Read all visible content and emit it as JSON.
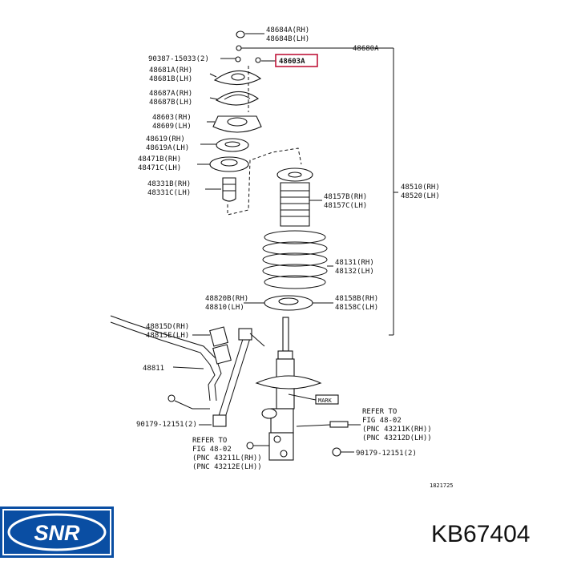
{
  "labels": [
    {
      "id": "l1a",
      "text": "48684A(RH)"
    },
    {
      "id": "l1b",
      "text": "48684B(LH)"
    },
    {
      "id": "l2",
      "text": "48680A"
    },
    {
      "id": "l3",
      "text": "90387-15033(2)"
    },
    {
      "id": "l4",
      "text": "48603A"
    },
    {
      "id": "l5a",
      "text": "48681A(RH)"
    },
    {
      "id": "l5b",
      "text": "48681B(LH)"
    },
    {
      "id": "l6a",
      "text": "48687A(RH)"
    },
    {
      "id": "l6b",
      "text": "48687B(LH)"
    },
    {
      "id": "l7a",
      "text": "48603(RH)"
    },
    {
      "id": "l7b",
      "text": "48609(LH)"
    },
    {
      "id": "l8a",
      "text": "48619(RH)"
    },
    {
      "id": "l8b",
      "text": "48619A(LH)"
    },
    {
      "id": "l9a",
      "text": "48471B(RH)"
    },
    {
      "id": "l9b",
      "text": "48471C(LH)"
    },
    {
      "id": "l10a",
      "text": "48331B(RH)"
    },
    {
      "id": "l10b",
      "text": "48331C(LH)"
    },
    {
      "id": "l11a",
      "text": "48157B(RH)"
    },
    {
      "id": "l11b",
      "text": "48157C(LH)"
    },
    {
      "id": "l12a",
      "text": "48510(RH)"
    },
    {
      "id": "l12b",
      "text": "48520(LH)"
    },
    {
      "id": "l13a",
      "text": "48131(RH)"
    },
    {
      "id": "l13b",
      "text": "48132(LH)"
    },
    {
      "id": "l14a",
      "text": "48820B(RH)"
    },
    {
      "id": "l14b",
      "text": "48810(LH)"
    },
    {
      "id": "l15a",
      "text": "48158B(RH)"
    },
    {
      "id": "l15b",
      "text": "48158C(LH)"
    },
    {
      "id": "l16a",
      "text": "48815D(RH)"
    },
    {
      "id": "l16b",
      "text": "48815E(LH)"
    },
    {
      "id": "l17",
      "text": "48811"
    },
    {
      "id": "l18",
      "text": "MARK"
    },
    {
      "id": "l19a",
      "text": "REFER TO"
    },
    {
      "id": "l19b",
      "text": "FIG 48-02"
    },
    {
      "id": "l19c",
      "text": "(PNC 43211K(RH))"
    },
    {
      "id": "l19d",
      "text": "(PNC 43212D(LH))"
    },
    {
      "id": "l20",
      "text": "90179-12151(2)"
    },
    {
      "id": "l21a",
      "text": "REFER TO"
    },
    {
      "id": "l21b",
      "text": "FIG 48-02"
    },
    {
      "id": "l21c",
      "text": "(PNC 43211L(RH))"
    },
    {
      "id": "l21d",
      "text": "(PNC 43212E(LH))"
    },
    {
      "id": "l22",
      "text": "90179-12151(2)"
    },
    {
      "id": "l23",
      "text": "1821725"
    }
  ],
  "brand": {
    "logo_text": "SNR",
    "part_number": "KB67404",
    "logo_color": "#0a4ea3"
  }
}
